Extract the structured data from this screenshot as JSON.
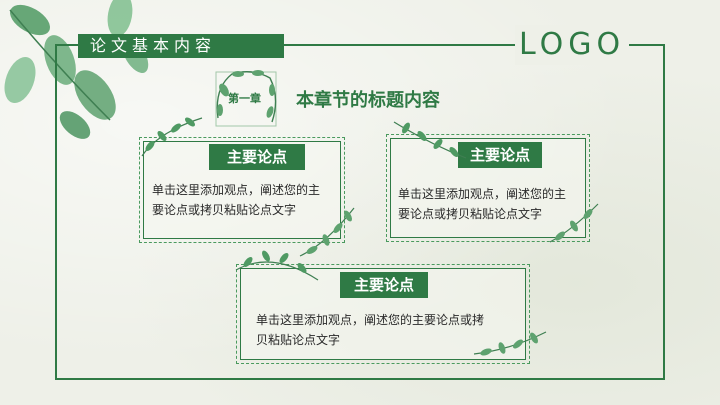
{
  "header": {
    "section_title": "论文基本内容",
    "logo": "LOGO"
  },
  "chapter": {
    "label": "第一章",
    "title": "本章节的标题内容"
  },
  "cards": [
    {
      "heading": "主要论点",
      "body": "单击这里添加观点，阐述您的主要论点或拷贝粘贴论点文字"
    },
    {
      "heading": "主要论点",
      "body": "单击这里添加观点，阐述您的主要论点或拷贝粘贴论点文字"
    },
    {
      "heading": "主要论点",
      "body": "单击这里添加观点，阐述您的主要论点或拷贝粘贴论点文字"
    }
  ],
  "colors": {
    "accent": "#2f7a45",
    "background": "#eef0e8"
  },
  "icons": [
    "leaf-cluster-decoration",
    "vine-decoration",
    "wreath-decoration"
  ]
}
